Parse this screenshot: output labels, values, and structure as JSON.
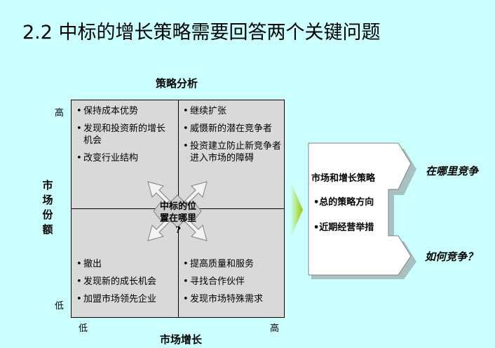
{
  "title": "2.2 中标的增长策略需要回答两个关键问题",
  "matrix": {
    "top_label": "策略分析",
    "y_axis_label": [
      "市",
      "场",
      "份",
      "额"
    ],
    "x_axis_label": "市场增长",
    "y_high": "高",
    "y_low": "低",
    "x_low": "低",
    "x_high": "高",
    "top_left": [
      "保持成本优势",
      "发现和投资新的增长机会",
      "改变行业结构"
    ],
    "top_right": [
      "继续扩张",
      "威慑新的潜在竞争者",
      "投资建立防止新竞争者进入市场的障碍"
    ],
    "bottom_left": [
      "撤出",
      "发现新的成长机会",
      "加盟市场领先企业"
    ],
    "bottom_right": [
      "提高质量和服务",
      "寻找合作伙伴",
      "发现市场特殊需求"
    ],
    "center": [
      "中标的位",
      "置在哪里",
      "?"
    ]
  },
  "strategy": {
    "heading": "市场和增长策略",
    "items": [
      "•总的策略方向",
      "•近期经营举措"
    ],
    "q1": "在哪里竞争",
    "q2": "如何竞争？"
  },
  "colors": {
    "background": "#ccffff",
    "quadrant": "#d9d9d9",
    "arrow_fill": "#cccccc",
    "green_arrow": "#99cc00"
  }
}
